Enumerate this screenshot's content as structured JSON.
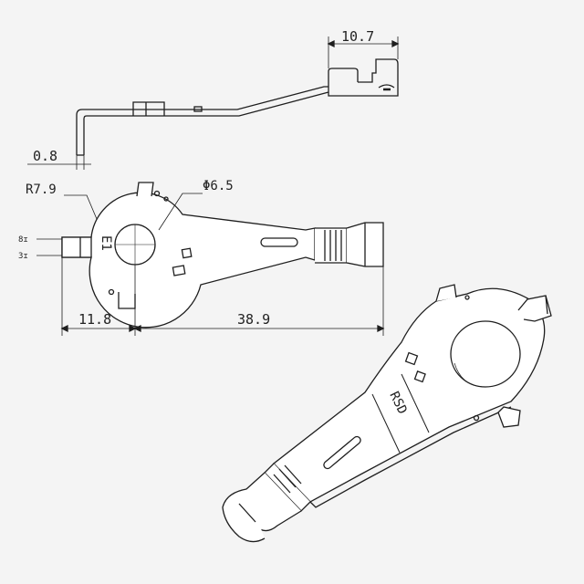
{
  "dimensions": {
    "top_width": "10.7",
    "thickness": "0.8",
    "radius": "R7.9",
    "hole_diameter": "Φ6.5",
    "left_small_a": "8ɪ",
    "left_small_b": "3ɪ",
    "left_length": "11.8",
    "total_length": "38.9"
  },
  "marks": {
    "part_mark_plan": "E1",
    "part_mark_iso": "RSD"
  },
  "colors": {
    "line": "#1e1e1e",
    "background": "#f4f4f4",
    "part_fill": "#ffffff"
  }
}
